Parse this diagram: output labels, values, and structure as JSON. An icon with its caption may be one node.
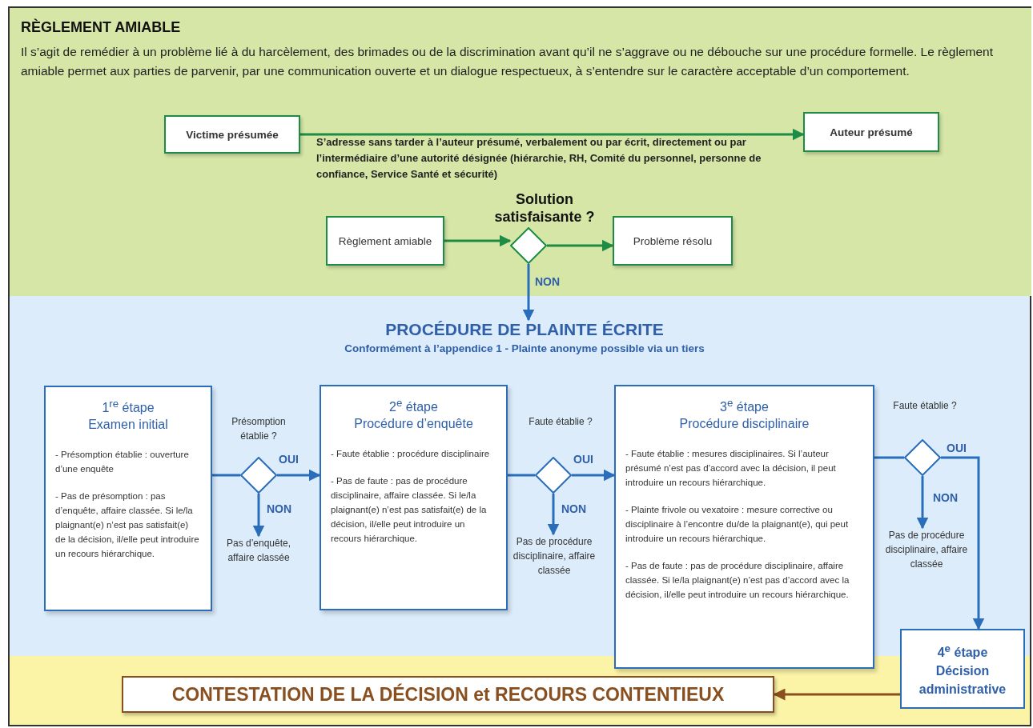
{
  "diagram": {
    "nodes": [
      {
        "text": [
          "RÈGLEMENT AMIABLE",
          "Il s’agit de remédier à un problème lié à du harcèlement, des brimades ou de la discrimination avant qu’il ne s’aggrave ou ne débouche sur une procédure formelle. Le règlement amiable permet aux parties de parvenir, par une communication ouverte et un dialogue respectueux, à s’entendre sur le caractère acceptable d’un comportement."
        ]
      },
      {
        "text": [
          "Victime présumée"
        ],
        "in": 0
      },
      {
        "text": [
          "Auteur présumé"
        ],
        "in": 0
      },
      {
        "text": [
          "Règlement amiable"
        ],
        "in": 0
      },
      {
        "text": [],
        "shape": "diamond",
        "in": 0,
        "beside": [
          "Solution satisfaisante ?"
        ]
      },
      {
        "text": [
          "Problème résolu"
        ],
        "in": 0
      },
      {
        "text": [
          "PROCÉDURE DE PLAINTE ÉCRITE",
          "Conformément à l’appendice 1 - Plainte anonyme possible via un tiers"
        ]
      },
      {
        "text": [
          "1$^{re}$ étape",
          "Examen initial",
          "- Présomption établie : ouverture d’une enquête",
          "- Pas de présomption : pas d’enquête, affaire classée. Si le/la plaignant(e) n’est pas satisfait(e) de la décision, il/elle peut introduire un recours hiérarchique."
        ]
      },
      {
        "text": [],
        "shape": "diamond",
        "beside": [
          "Présomption établie ?"
        ]
      },
      {
        "text": [
          "Pas d’enquête, affaire classée"
        ]
      },
      {
        "text": [
          "2$^{e}$ étape",
          "Procédure d’enquête",
          "- Faute établie : procédure disciplinaire",
          "- Pas de faute : pas de procédure disciplinaire, affaire classée. Si le/la plaignant(e) n’est pas satisfait(e) de la décision, il/elle peut introduire un recours hiérarchique."
        ]
      },
      {
        "text": [],
        "shape": "diamond",
        "beside": [
          "Faute établie ?"
        ]
      },
      {
        "text": [
          "Pas de procédure disciplinaire, affaire classée"
        ]
      },
      {
        "text": [
          "3$^{e}$ étape",
          "Procédure disciplinaire",
          "- Faute établie : mesures disciplinaires. Si l’auteur présumé n’est pas d’accord avec la décision, il peut introduire un recours hiérarchique.",
          "- Plainte frivole ou vexatoire : mesure corrective ou disciplinaire à l’encontre du/de la plaignant(e), qui peut introduire un recours hiérarchique.",
          "- Pas de faute : pas de procédure disciplinaire, affaire classée. Si le/la plaignant(e) n’est pas d’accord avec la décision, il/elle peut introduire un recours hiérarchique."
        ]
      },
      {
        "text": [],
        "shape": "diamond",
        "beside": [
          "Faute établie ?"
        ]
      },
      {
        "text": [
          "Pas de procédure disciplinaire, affaire classée"
        ]
      },
      {
        "text": [
          "4$^{e}$ étape",
          "Décision administrative"
        ]
      },
      {
        "text": [
          "CONTESTATION DE LA DÉCISION et RECOURS CONTENTIEUX"
        ]
      }
    ],
    "edges": [
      {
        "from": 1,
        "to": 2,
        "arrow": "to",
        "color": "#1e8c45",
        "label": "S’adresse sans tarder à l’auteur présumé, verbalement ou par écrit, directement ou par l’intermédiaire d’une autorité désignée (hiérarchie, RH, Comité du personnel, personne de confiance, Service Santé et sécurité)"
      },
      {
        "from": 3,
        "to": 4,
        "arrow": "to",
        "color": "#1e8c45"
      },
      {
        "from": 4,
        "to": 5,
        "arrow": "to",
        "color": "#1e8c45"
      },
      {
        "from": 4,
        "to": 6,
        "arrow": "to",
        "label": "NON"
      },
      {
        "from": 7,
        "to": 8,
        "arrow": "none"
      },
      {
        "from": 8,
        "to": 10,
        "arrow": "to",
        "label": "OUI"
      },
      {
        "from": 8,
        "to": 9,
        "arrow": "to",
        "label": "NON"
      },
      {
        "from": 10,
        "to": 11,
        "arrow": "none"
      },
      {
        "from": 11,
        "to": 13,
        "arrow": "to",
        "label": "OUI"
      },
      {
        "from": 11,
        "to": 12,
        "arrow": "to",
        "label": "NON"
      },
      {
        "from": 13,
        "to": 14,
        "arrow": "none"
      },
      {
        "from": 14,
        "to": 16,
        "arrow": "to",
        "label": "OUI"
      },
      {
        "from": 14,
        "to": 15,
        "arrow": "to",
        "label": "NON"
      },
      {
        "from": 16,
        "to": 17,
        "arrow": "to",
        "color": "#8a4f1e"
      }
    ]
  }
}
